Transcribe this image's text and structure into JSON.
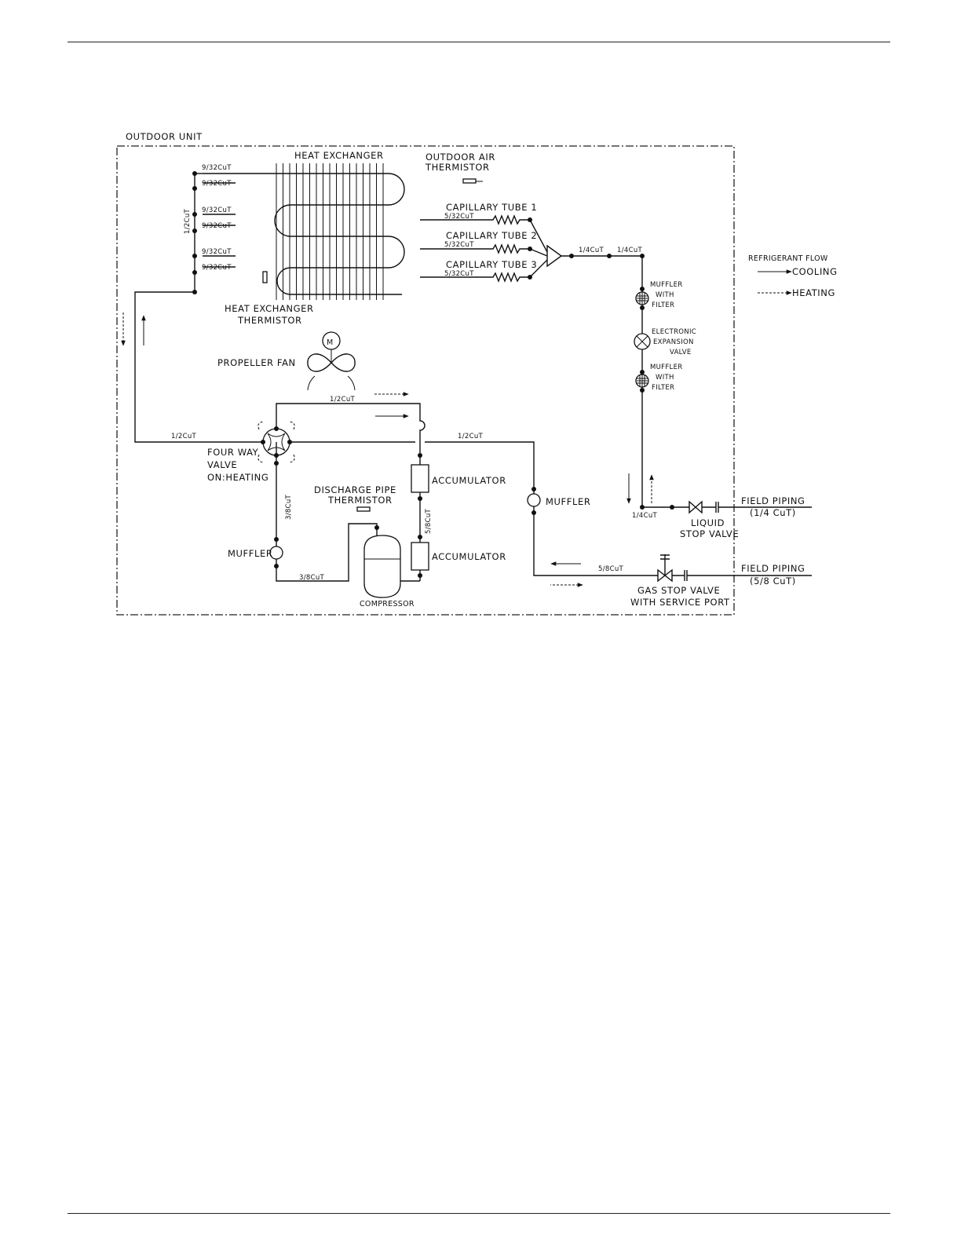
{
  "labels": {
    "outdoor_unit": "OUTDOOR UNIT",
    "heat_exchanger": "HEAT EXCHANGER",
    "outdoor_air_thermistor_1": "OUTDOOR AIR",
    "outdoor_air_thermistor_2": "THERMISTOR",
    "cap_tube_1": "CAPILLARY TUBE 1",
    "cap_tube_2": "CAPILLARY TUBE 2",
    "cap_tube_3": "CAPILLARY TUBE 3",
    "hx_thermistor_1": "HEAT EXCHANGER",
    "hx_thermistor_2": "THERMISTOR",
    "propeller_fan": "PROPELLER FAN",
    "fan_motor": "M",
    "four_way_valve_1": "FOUR WAY",
    "four_way_valve_2": "VALVE",
    "four_way_valve_3": "ON:HEATING",
    "discharge_thermistor_1": "DISCHARGE PIPE",
    "discharge_thermistor_2": "THERMISTOR",
    "accumulator_1": "ACCUMULATOR",
    "accumulator_2": "ACCUMULATOR",
    "compressor": "COMPRESSOR",
    "muffler_left": "MUFFLER",
    "muffler_right": "MUFFLER",
    "muffler_filter_top_1": "MUFFLER",
    "muffler_filter_top_2": "WITH",
    "muffler_filter_top_3": "FILTER",
    "muffler_filter_bot_1": "MUFFLER",
    "muffler_filter_bot_2": "WITH",
    "muffler_filter_bot_3": "FILTER",
    "eev_1": "ELECTRONIC",
    "eev_2": "EXPANSION",
    "eev_3": "VALVE",
    "liquid_valve_1": "LIQUID",
    "liquid_valve_2": "STOP VALVE",
    "gas_valve_1": "GAS STOP VALVE",
    "gas_valve_2": "WITH SERVICE PORT",
    "field_piping_top_1": "FIELD PIPING",
    "field_piping_top_2": "(1/4 CuT)",
    "field_piping_bot_1": "FIELD PIPING",
    "field_piping_bot_2": "(5/8 CuT)",
    "refrigerant_flow": "REFRIGERANT FLOW",
    "cooling": "COOLING",
    "heating": "HEATING"
  },
  "pipe_sizes": {
    "hx_branch_1": "9/32CuT",
    "hx_branch_2": "9/32CuT",
    "hx_branch_3": "9/32CuT",
    "hx_branch_4": "9/32CuT",
    "hx_branch_5": "9/32CuT",
    "hx_branch_6": "9/32CuT",
    "hx_header": "1/2CuT",
    "cap_1": "5/32CuT",
    "cap_2": "5/32CuT",
    "cap_3": "5/32CuT",
    "dist_out_1": "1/4CuT",
    "dist_out_2": "1/4CuT",
    "valve_left": "1/2CuT",
    "valve_top": "1/2CuT",
    "suction": "1/2CuT",
    "discharge_vert": "3/8CuT",
    "discharge_bottom": "3/8CuT",
    "accumulator_link": "5/8CuT",
    "gas_line": "5/8CuT",
    "liquid_line": "1/4CuT"
  },
  "colors": {
    "ink": "#111111",
    "paper": "#ffffff"
  }
}
